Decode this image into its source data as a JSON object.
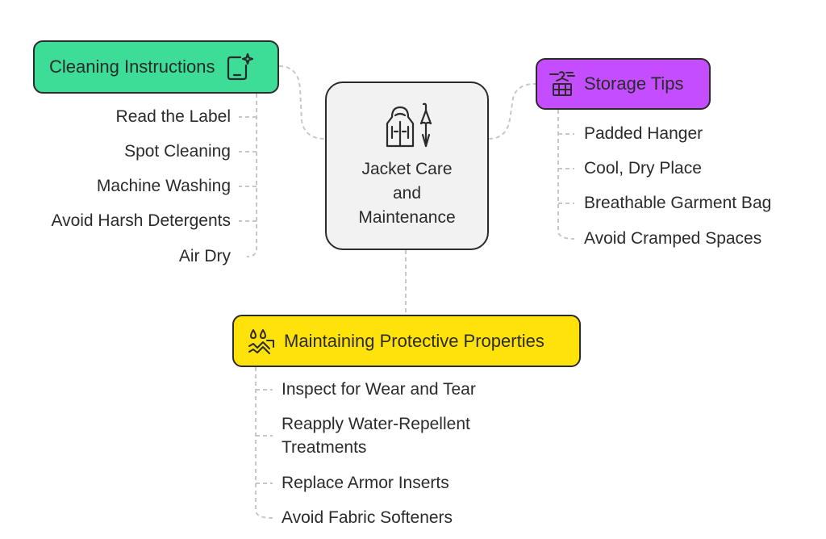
{
  "center": {
    "title": "Jacket Care and Maintenance"
  },
  "branches": {
    "cleaning": {
      "title": "Cleaning Instructions",
      "color": "#3ddc97",
      "items": [
        "Read the Label",
        "Spot Cleaning",
        "Machine Washing",
        "Avoid Harsh Detergents",
        "Air Dry"
      ]
    },
    "storage": {
      "title": "Storage Tips",
      "color": "#c44dff",
      "items": [
        "Padded Hanger",
        "Cool, Dry Place",
        "Breathable Garment Bag",
        "Avoid Cramped Spaces"
      ]
    },
    "protective": {
      "title": "Maintaining Protective Properties",
      "color": "#ffe20a",
      "items": [
        "Inspect for Wear and Tear",
        "Reapply Water-Repellent Treatments",
        "Replace Armor Inserts",
        "Avoid Fabric Softeners"
      ]
    }
  },
  "icons": {
    "center": "raincoat-umbrella-icon",
    "cleaning": "tablet-sparkle-icon",
    "storage": "hanger-dresser-icon",
    "protective": "water-repellent-icon"
  }
}
